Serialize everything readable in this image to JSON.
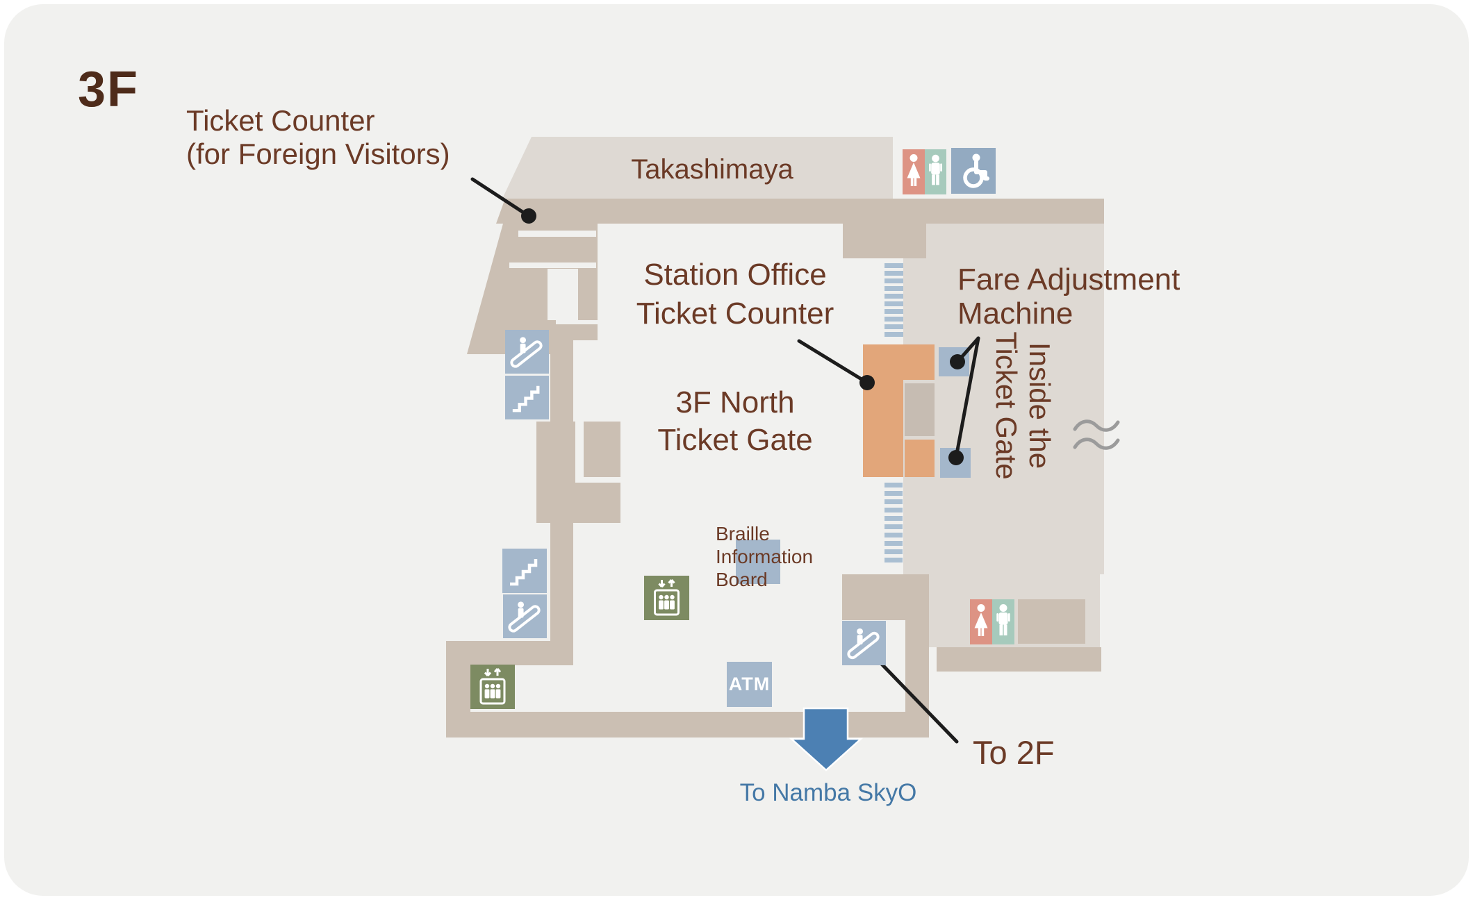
{
  "floor_title": "3F",
  "annotations": {
    "foreign_counter": {
      "line1": "Ticket Counter",
      "line2": "(for Foreign Visitors)"
    },
    "takashimaya": {
      "label": "Takashimaya"
    },
    "station_office": {
      "line1": "Station Office",
      "line2": "Ticket Counter"
    },
    "north_gate": {
      "line1": "3F North",
      "line2": "Ticket Gate"
    },
    "fare_adjustment": {
      "line1": "Fare Adjustment",
      "line2": "Machine"
    },
    "inside_gate": {
      "line1": "Inside the",
      "line2": "Ticket Gate"
    },
    "braille_board": {
      "line1": "Braille",
      "line2": "Information",
      "line3": "Board"
    },
    "atm": {
      "label": "ATM"
    },
    "to_2f": {
      "label": "To 2F"
    },
    "to_namba_skyo": {
      "label": "To Namba SkyO"
    }
  },
  "icons": {
    "top_restroom": [
      "woman-icon",
      "man-icon",
      "wheelchair-icon"
    ],
    "bottom_restroom": [
      "woman-icon",
      "man-icon"
    ],
    "upper_left": [
      "escalator-icon",
      "stairs-icon"
    ],
    "lower_left": [
      "stairs-icon",
      "escalator-icon",
      "elevator-icon"
    ],
    "concourse": [
      "elevator-icon",
      "braille-board-square",
      "atm-sign"
    ],
    "gate_exit": [
      "escalator-icon"
    ],
    "exit": [
      "down-arrow-icon"
    ]
  },
  "colors": {
    "card_bg": "#f1f1ef",
    "wall": "#cbbfb3",
    "light_area": "#ded9d3",
    "office_orange": "#e2a67a",
    "counter_grey": "#c6bcb2",
    "icon_blue": "#a4b7cb",
    "stripe_blue": "#aabfd2",
    "elevator_olive": "#7d8b62",
    "woman_salmon": "#dd9384",
    "man_teal": "#a6cabc",
    "wheelchair_blue": "#93aac1",
    "arrow_blue": "#4c80b3",
    "text_brown": "#6b3a26",
    "title_brown": "#4e2b1a",
    "link_blue": "#4478a6"
  }
}
